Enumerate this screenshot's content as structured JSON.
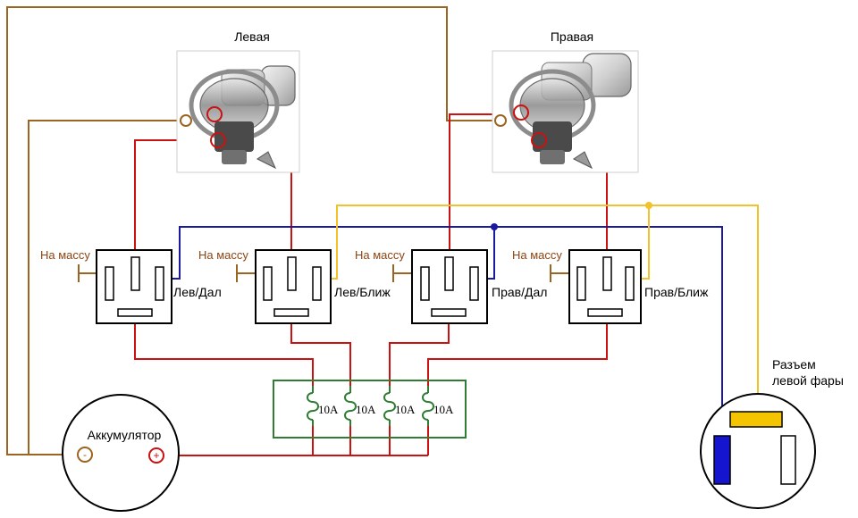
{
  "headlights": {
    "left_title": "Левая",
    "right_title": "Правая"
  },
  "relays": [
    {
      "ground_label": "На массу",
      "name": "Лев/Дал"
    },
    {
      "ground_label": "На массу",
      "name": "Лев/Ближ"
    },
    {
      "ground_label": "На массу",
      "name": "Прав/Дал"
    },
    {
      "ground_label": "На массу",
      "name": "Прав/Ближ"
    }
  ],
  "fuses": [
    "10A",
    "10A",
    "10A",
    "10A"
  ],
  "battery": {
    "label": "Аккумулятор",
    "minus": "-",
    "plus": "+"
  },
  "connector": {
    "label_line1": "Разъем",
    "label_line2": "левой фары"
  },
  "colors": {
    "red_wire": "#cc1111",
    "brown_wire": "#9b6420",
    "blue_wire": "#1a1aa0",
    "yellow_wire": "#f2c22a",
    "green_box": "#2e7d32",
    "connector_blue": "#1515d0",
    "connector_yellow": "#f5c400"
  }
}
